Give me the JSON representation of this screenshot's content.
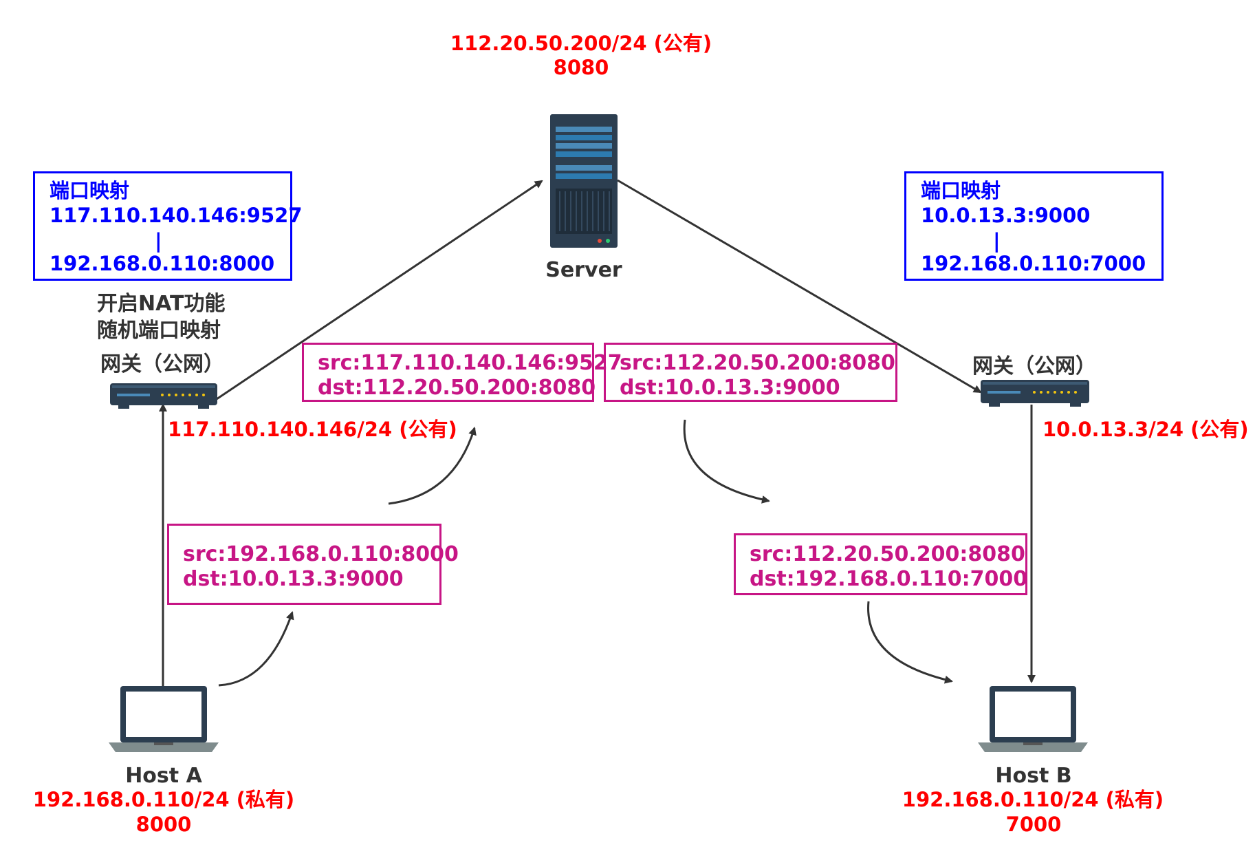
{
  "server": {
    "ip": "112.20.50.200/24 (公有)",
    "port": "8080",
    "label": "Server"
  },
  "gateway_a": {
    "nat_line1": "开启NAT功能",
    "nat_line2": "随机端口映射",
    "label": "网关（公网）",
    "ip": "117.110.140.146/24 (公有)"
  },
  "gateway_b": {
    "label": "网关（公网）",
    "ip": "10.0.13.3/24 (公有)"
  },
  "port_map_a": {
    "title": "端口映射",
    "public": "117.110.140.146:9527",
    "separator": "|",
    "private": "192.168.0.110:8000"
  },
  "port_map_b": {
    "title": "端口映射",
    "public": "10.0.13.3:9000",
    "separator": "|",
    "private": "192.168.0.110:7000"
  },
  "packets": {
    "a_local": {
      "src": "src:192.168.0.110:8000",
      "dst": "dst:10.0.13.3:9000"
    },
    "a_nat": {
      "src": "src:117.110.140.146:9527",
      "dst": "dst:112.20.50.200:8080"
    },
    "b_wan": {
      "src": "src:112.20.50.200:8080",
      "dst": "dst:10.0.13.3:9000"
    },
    "b_local": {
      "src": "src:112.20.50.200:8080",
      "dst": "dst:192.168.0.110:7000"
    }
  },
  "host_a": {
    "label": "Host A",
    "ip": "192.168.0.110/24 (私有)",
    "port": "8000"
  },
  "host_b": {
    "label": "Host B",
    "ip": "192.168.0.110/24 (私有)",
    "port": "7000"
  },
  "colors": {
    "ip_text": "#ff0000",
    "port_map": "#0000ff",
    "packet": "#c71585",
    "arrows": "#333333"
  }
}
